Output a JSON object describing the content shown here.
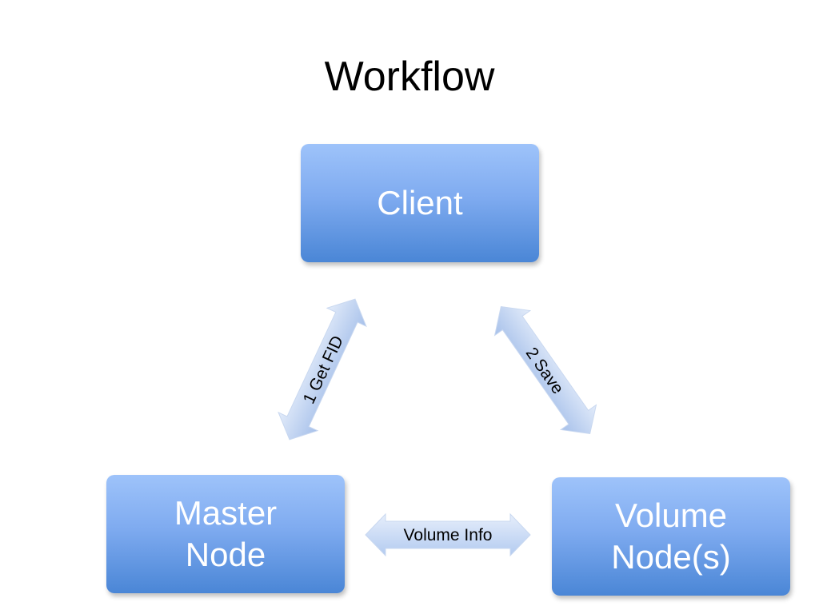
{
  "title": "Workflow",
  "nodes": {
    "client": "Client",
    "master_line1": "Master",
    "master_line2": "Node",
    "volume_line1": "Volume",
    "volume_line2": "Node(s)"
  },
  "arrows": {
    "get_fid": "1 Get FID",
    "save": "2 Save",
    "volume_info": "Volume Info"
  },
  "colors": {
    "node_top": "#9ec3fa",
    "node_bottom": "#4a86d6",
    "arrow_fill_light": "#dfe9f9",
    "arrow_fill_dark": "#a9c2ea"
  }
}
